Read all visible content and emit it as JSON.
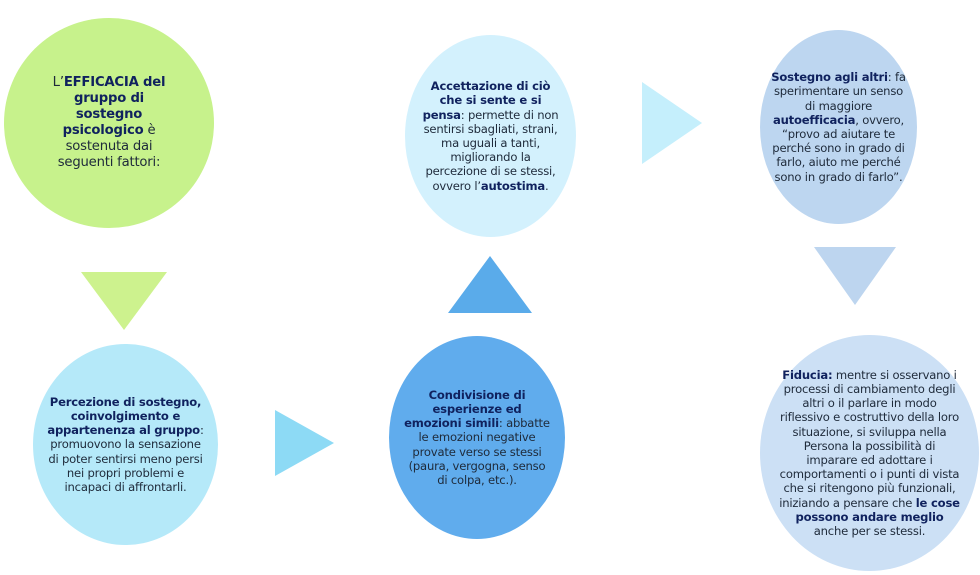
{
  "colors": {
    "efficacia": "#c7f28c",
    "percezione": "#b5e9f9",
    "condivisione": "#60aced",
    "accettazione": "#d3f1fd",
    "sostegno": "#bdd6f0",
    "fiducia": "#cce0f5",
    "bold_text": "#10225e"
  },
  "efficacia": {
    "pre": "L’",
    "bold": "EFFICACIA del gruppo di sostegno psicologico",
    "post": " è sostenuta dai seguenti fattori:"
  },
  "percezione": {
    "bold": "Percezione di sostegno, coinvolgimento e appartenenza al gruppo",
    "post": ": promuovono la sensazione di poter sentirsi meno persi nei propri problemi e incapaci di affrontarli."
  },
  "condivisione": {
    "bold": "Condivisione di esperienze ed emozioni simili",
    "post": ": abbatte le emozioni negative provate verso se stessi (paura, vergogna, senso di colpa, etc.)."
  },
  "accettazione": {
    "bold": "Accettazione di ciò che si sente e si pensa",
    "mid": ": permette di non sentirsi sbagliati, strani, ma uguali a tanti, migliorando la percezione di se stessi, ovvero l’",
    "bold2": "autostima",
    "post": "."
  },
  "sostegno": {
    "bold": "Sostegno agli altri",
    "mid": ": fa sperimentare un senso di maggiore ",
    "bold2": "autoefficacia",
    "post": ", ovvero, “provo ad aiutare te perché sono in grado di farlo, aiuto me perché sono in grado di farlo”."
  },
  "fiducia": {
    "bold": "Fiducia:",
    "mid": " mentre si osservano i processi di cambiamento degli altri o il parlare in modo riflessivo e costruttivo della loro situazione, si sviluppa nella Persona la possibilità di imparare ed adottare i comportamenti o i punti di vista che si ritengono più funzionali, iniziando a pensare che ",
    "bold2": "le cose possono andare meglio",
    "post": " anche per se stessi."
  }
}
